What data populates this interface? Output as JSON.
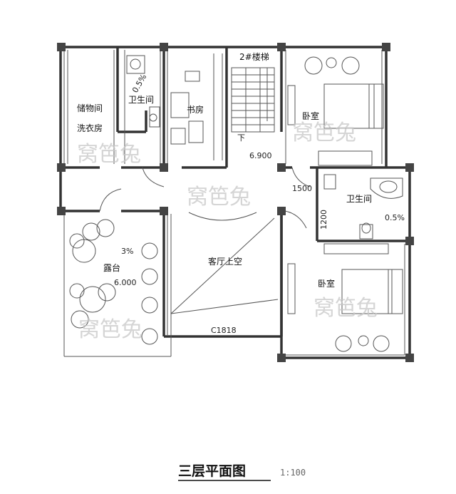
{
  "plan": {
    "title": "三层平面图",
    "scale": "1:100",
    "watermark": "窝笆兔",
    "rooms": {
      "storage": "储物间",
      "laundry": "洗衣房",
      "bath_left": "卫生间",
      "study": "书房",
      "stair": "2#楼梯",
      "bedroom_top": "卧室",
      "bath_right": "卫生间",
      "terrace": "露台",
      "living_void": "客厅上空",
      "bedroom_bottom": "卧室"
    },
    "annotations": {
      "slope_left": "0.5%",
      "slope_right": "0.5%",
      "slope_terrace": "3%",
      "elev_stair": "6.900",
      "elev_terrace": "6.000",
      "dim_1500": "1500",
      "dim_1200": "1200",
      "window": "C1818",
      "stair_down": "下"
    }
  }
}
